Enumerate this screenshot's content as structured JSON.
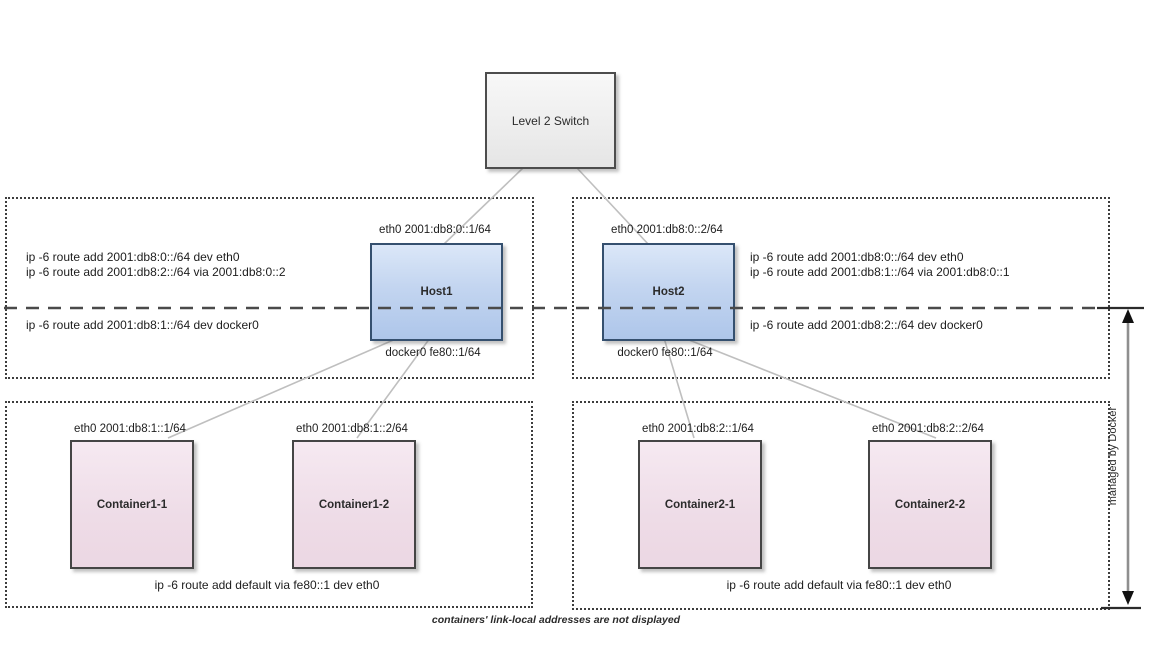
{
  "switch": {
    "label": "Level 2 Switch"
  },
  "hosts": [
    {
      "name": "Host1",
      "eth_label": "eth0 2001:db8:0::1/64",
      "docker_label": "docker0 fe80::1/64",
      "routes_above": [
        "ip -6 route add 2001:db8:0::/64 dev eth0",
        "ip -6 route add 2001:db8:2::/64 via 2001:db8:0::2"
      ],
      "routes_below": [
        "ip -6 route add 2001:db8:1::/64 dev docker0"
      ]
    },
    {
      "name": "Host2",
      "eth_label": "eth0 2001:db8:0::2/64",
      "docker_label": "docker0 fe80::1/64",
      "routes_above": [
        "ip -6 route add 2001:db8:0::/64 dev eth0",
        "ip -6 route add 2001:db8:1::/64 via 2001:db8:0::1"
      ],
      "routes_below": [
        "ip -6 route add 2001:db8:2::/64 dev docker0"
      ]
    }
  ],
  "container_groups": [
    {
      "default_route": "ip -6 route add default via fe80::1 dev eth0",
      "containers": [
        {
          "name": "Container1-1",
          "eth_label": "eth0 2001:db8:1::1/64"
        },
        {
          "name": "Container1-2",
          "eth_label": "eth0 2001:db8:1::2/64"
        }
      ]
    },
    {
      "default_route": "ip -6 route add default via fe80::1 dev eth0",
      "containers": [
        {
          "name": "Container2-1",
          "eth_label": "eth0 2001:db8:2::1/64"
        },
        {
          "name": "Container2-2",
          "eth_label": "eth0 2001:db8:2::2/64"
        }
      ]
    }
  ],
  "annotations": {
    "managed_by": "managed by Docker",
    "footnote": "containers' link-local addresses are not displayed"
  },
  "colors": {
    "host_fill": "#c3d5f0",
    "host_border": "#35506f",
    "container_fill": "#eedce7",
    "container_border": "#454545",
    "switch_fill": "#efefef",
    "switch_border": "#4d4d4d",
    "connection_line": "#bfbfbf",
    "dashed_line": "#4a4a4a"
  }
}
